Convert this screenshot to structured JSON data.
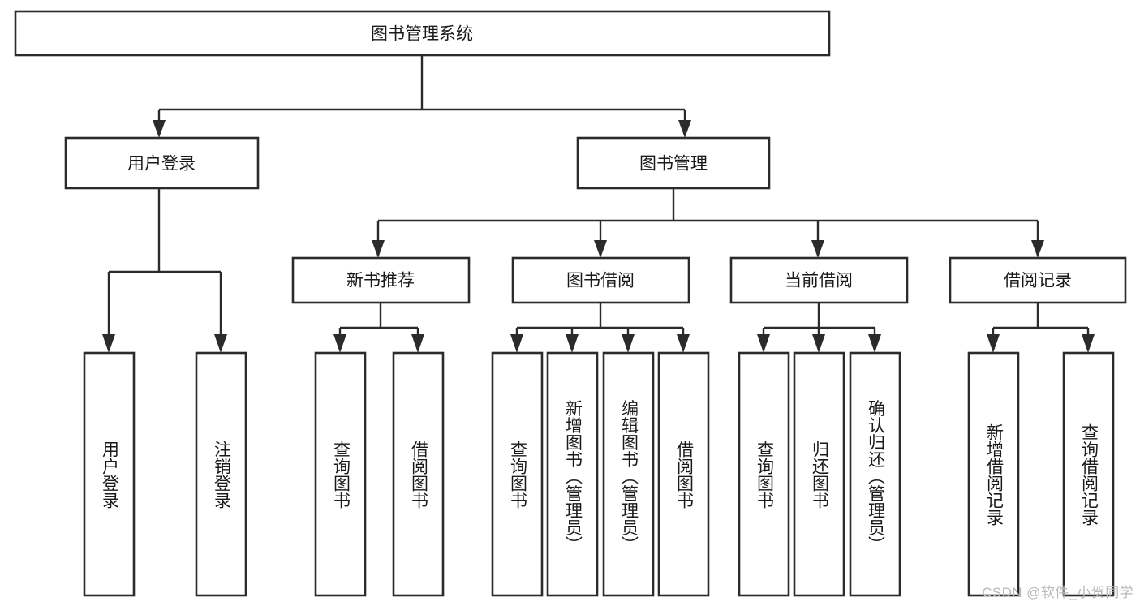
{
  "diagram": {
    "type": "tree-hierarchy-chart",
    "title": "图书管理系统",
    "watermark": "CSDN @软件_小贺同学",
    "levels": {
      "root": "图书管理系统",
      "level2": [
        "用户登录",
        "图书管理"
      ],
      "level3": [
        "新书推荐",
        "图书借阅",
        "当前借阅",
        "借阅记录"
      ]
    },
    "nodes": {
      "root": {
        "label": "图书管理系统"
      },
      "user_login": {
        "label": "用户登录"
      },
      "book_manage": {
        "label": "图书管理"
      },
      "new_book_rec": {
        "label": "新书推荐"
      },
      "book_borrow": {
        "label": "图书借阅"
      },
      "current_borrow": {
        "label": "当前借阅"
      },
      "borrow_record": {
        "label": "借阅记录"
      }
    },
    "leaves": {
      "user_login": [
        {
          "label": "用户登录"
        },
        {
          "label": "注销登录"
        }
      ],
      "new_book_rec": [
        {
          "label": "查询图书"
        },
        {
          "label": "借阅图书"
        }
      ],
      "book_borrow": [
        {
          "label": "查询图书"
        },
        {
          "label": "新增图书（管理员）"
        },
        {
          "label": "编辑图书（管理员）"
        },
        {
          "label": "借阅图书"
        }
      ],
      "current_borrow": [
        {
          "label": "查询图书"
        },
        {
          "label": "归还图书"
        },
        {
          "label": "确认归还（管理员）"
        }
      ],
      "borrow_record": [
        {
          "label": "新增借阅记录"
        },
        {
          "label": "查询借阅记录"
        }
      ]
    },
    "colors": {
      "box_stroke": "#2b2b2b",
      "box_fill": "#ffffff",
      "text": "#1a1a1a",
      "connector": "#2b2b2b",
      "background": "#ffffff",
      "watermark": "#b9b9b9"
    }
  }
}
